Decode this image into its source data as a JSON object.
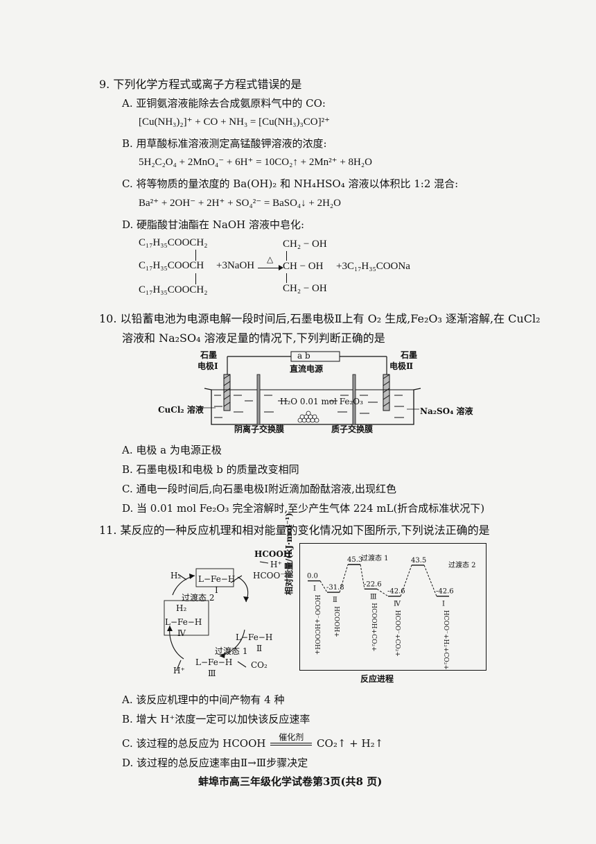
{
  "q9": {
    "stem": "9. 下列化学方程式或离子方程式错误的是",
    "a_text": "A. 亚铜氨溶液能除去合成氨原料气中的 CO:",
    "a_eq": "[Cu(NH₃)₂]⁺ + CO + NH₃ = [Cu(NH₃)₃CO]²⁺",
    "b_text": "B. 用草酸标准溶液测定高锰酸钾溶液的浓度:",
    "b_eq": "5H₂C₂O₄ + 2MnO₄⁻ + 6H⁺ = 10CO₂↑ + 2Mn²⁺ + 8H₂O",
    "c_text": "C. 将等物质的量浓度的 Ba(OH)₂ 和 NH₄HSO₄ 溶液以体积比 1:2 混合:",
    "c_eq": "Ba²⁺ + 2OH⁻ + 2H⁺ + SO₄²⁻ = BaSO₄↓ + 2H₂O",
    "d_text": "D. 硬脂酸甘油酯在 NaOH 溶液中皂化:",
    "d_eq": {
      "r1": "C₁₇H₃₅COOCH₂",
      "r2": "C₁₇H₃₅COOCH",
      "r3": "C₁₇H₃₅COOCH₂",
      "plus_naoh": "+3NaOH",
      "delta": "△",
      "p1": "CH₂ − OH",
      "p2": "CH − OH",
      "p3": "CH₂ − OH",
      "plus_salt": "+3C₁₇H₃₅COONa"
    }
  },
  "q10": {
    "stem1": "10. 以铅蓄电池为电源电解一段时间后,石墨电极Ⅱ上有 O₂ 生成,Fe₂O₃ 逐渐溶解,在 CuCl₂",
    "stem2": "溶液和 Na₂SO₄ 溶液足量的情况下,下列判断正确的是",
    "fig": {
      "electrode1_a": "石墨",
      "electrode1_b": "电极Ⅰ",
      "electrode2_a": "石墨",
      "electrode2_b": "电极Ⅱ",
      "source_ab": "a   b",
      "source_label": "直流电源",
      "left_solution": "CuCl₂ 溶液",
      "right_solution": "Na₂SO₄ 溶液",
      "middle": "H₂O  0.01 mol Fe₂O₃",
      "membrane1": "阴离子交换膜",
      "membrane2": "质子交换膜"
    },
    "a": "A. 电极 a 为电源正极",
    "b": "B. 石墨电极Ⅰ和电极 b 的质量改变相同",
    "c": "C. 通电一段时间后,向石墨电极Ⅰ附近滴加酚酞溶液,出现红色",
    "d": "D. 当 0.01 mol Fe₂O₃ 完全溶解时,至少产生气体 224 mL(折合成标准状况下)"
  },
  "q11": {
    "stem": "11. 某反应的一种反应机理和相对能量的变化情况如下图所示,下列说法正确的是",
    "cycle": {
      "hcooh": "HCOOH",
      "hplus_top": "H⁺",
      "hcoo": "HCOO⁻",
      "h2": "H₂",
      "ts2": "过渡态 2",
      "ts1": "过渡态 1",
      "i": "Ⅰ",
      "ii": "Ⅱ",
      "iii": "Ⅲ",
      "iv": "Ⅳ",
      "co2": "CO₂",
      "hplus_bottom": "H⁺",
      "lfeh": "L−Fe−H"
    },
    "energy": {
      "ylabel": "相对能量/(kJ·mol⁻¹)",
      "xlabel": "反应进程",
      "ts1": "过渡态 1",
      "ts2": "过渡态 2",
      "species": [
        "HCOO⁻+HCOOH+",
        "HCOOH+",
        "HCOOH+CO₂+",
        "HCOO⁻+CO₂+",
        "HCOO⁻+H₂+CO₂+"
      ],
      "roman": [
        "Ⅰ",
        "Ⅱ",
        "Ⅲ",
        "Ⅳ",
        "Ⅰ"
      ]
    },
    "a": "A. 该反应机理中的中间产物有 4 种",
    "b": "B. 增大 H⁺浓度一定可以加快该反应速率",
    "c_pre": "C. 该过程的总反应为 HCOOH",
    "c_cat": "催化剂",
    "c_post": "CO₂↑ + H₂↑",
    "d": "D. 该过程的总反应速率由Ⅱ→Ⅲ步骤决定"
  },
  "chart_data": {
    "type": "line",
    "ylabel": "相对能量/(kJ·mol⁻¹)",
    "xlabel": "反应进程",
    "categories": [
      "Ⅰ",
      "",
      "Ⅱ",
      "",
      "Ⅲ",
      "",
      "Ⅳ",
      "",
      "Ⅰ"
    ],
    "values": [
      0.0,
      null,
      -31.8,
      45.3,
      -22.6,
      null,
      -42.6,
      43.5,
      -42.6
    ],
    "points": [
      {
        "label": "Ⅰ",
        "value": 0.0
      },
      {
        "label": "Ⅱ",
        "value": -31.8
      },
      {
        "label": "过渡态 1",
        "value": 45.3
      },
      {
        "label": "Ⅲ",
        "value": -22.6
      },
      {
        "label": "Ⅳ",
        "value": -42.6
      },
      {
        "label": "过渡态 2",
        "value": 43.5
      },
      {
        "label": "Ⅰ",
        "value": -42.6
      }
    ],
    "value_labels": [
      "0.0",
      "-31.8",
      "45.3",
      "-22.6",
      "-42.6",
      "43.5",
      "-42.6"
    ]
  },
  "footer": "蚌埠市高三年级化学试卷第3页(共8 页)"
}
